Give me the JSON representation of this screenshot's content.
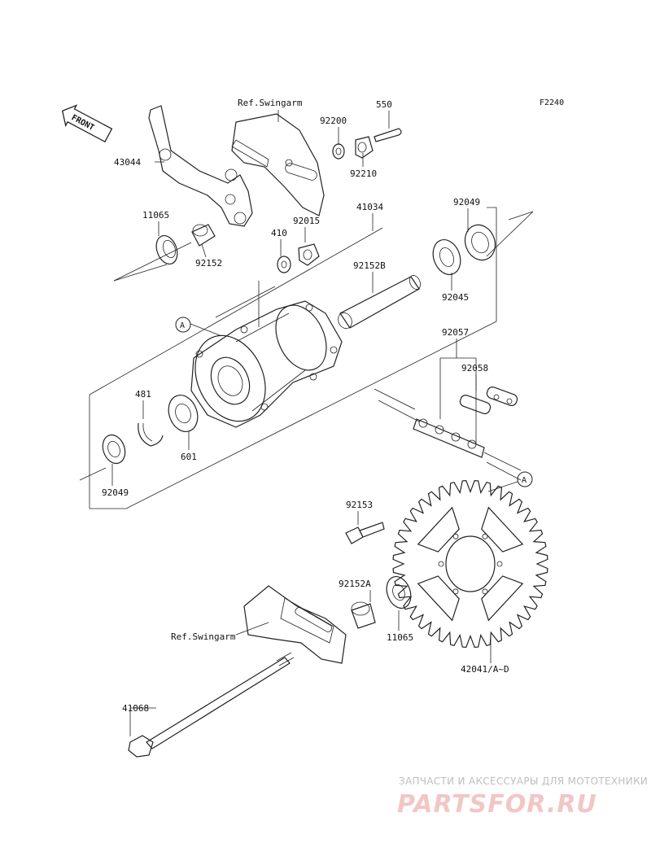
{
  "diagram": {
    "code": "F2240",
    "front_label": "FRONT",
    "refs": {
      "swingarm_top": "Ref.Swingarm",
      "swingarm_bottom": "Ref.Swingarm"
    },
    "callouts": {
      "a_upper": "A",
      "a_lower": "A"
    },
    "parts": {
      "p550": "550",
      "p92200": "92200",
      "p92210": "92210",
      "p43044": "43044",
      "p11065_top": "11065",
      "p92152": "92152",
      "p410": "410",
      "p92015": "92015",
      "p41034": "41034",
      "p92049_top": "92049",
      "p92045": "92045",
      "p92152B": "92152B",
      "p92057": "92057",
      "p92058": "92058",
      "p481": "481",
      "p601": "601",
      "p92049_bot": "92049",
      "p92153": "92153",
      "p92152A": "92152A",
      "p11065_bot": "11065",
      "p42041": "42041/A~D",
      "p41068": "41068"
    }
  },
  "watermark": {
    "tagline": "ЗАПЧАСТИ И АКСЕССУАРЫ ДЛЯ МОТОТЕХНИКИ",
    "brand": "PARTSFOR.RU",
    "color": "#f3c6c6"
  }
}
